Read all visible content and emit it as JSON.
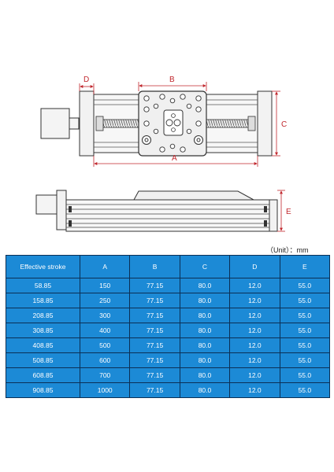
{
  "drawing": {
    "labels": {
      "a": "A",
      "b": "B",
      "c": "C",
      "d": "D",
      "e": "E"
    },
    "accent_color": "#c0272d"
  },
  "unit_note": "（Unit）：mm",
  "table": {
    "headers": [
      "Effective stroke",
      "A",
      "B",
      "C",
      "D",
      "E"
    ],
    "rows": [
      [
        "58.85",
        "150",
        "77.15",
        "80.0",
        "12.0",
        "55.0"
      ],
      [
        "158.85",
        "250",
        "77.15",
        "80.0",
        "12.0",
        "55.0"
      ],
      [
        "208.85",
        "300",
        "77.15",
        "80.0",
        "12.0",
        "55.0"
      ],
      [
        "308.85",
        "400",
        "77.15",
        "80.0",
        "12.0",
        "55.0"
      ],
      [
        "408.85",
        "500",
        "77.15",
        "80.0",
        "12.0",
        "55.0"
      ],
      [
        "508.85",
        "600",
        "77.15",
        "80.0",
        "12.0",
        "55.0"
      ],
      [
        "608.85",
        "700",
        "77.15",
        "80.0",
        "12.0",
        "55.0"
      ],
      [
        "908.85",
        "1000",
        "77.15",
        "80.0",
        "12.0",
        "55.0"
      ]
    ],
    "header_color": "#1c8ad6",
    "border_color": "#0b2f55"
  }
}
